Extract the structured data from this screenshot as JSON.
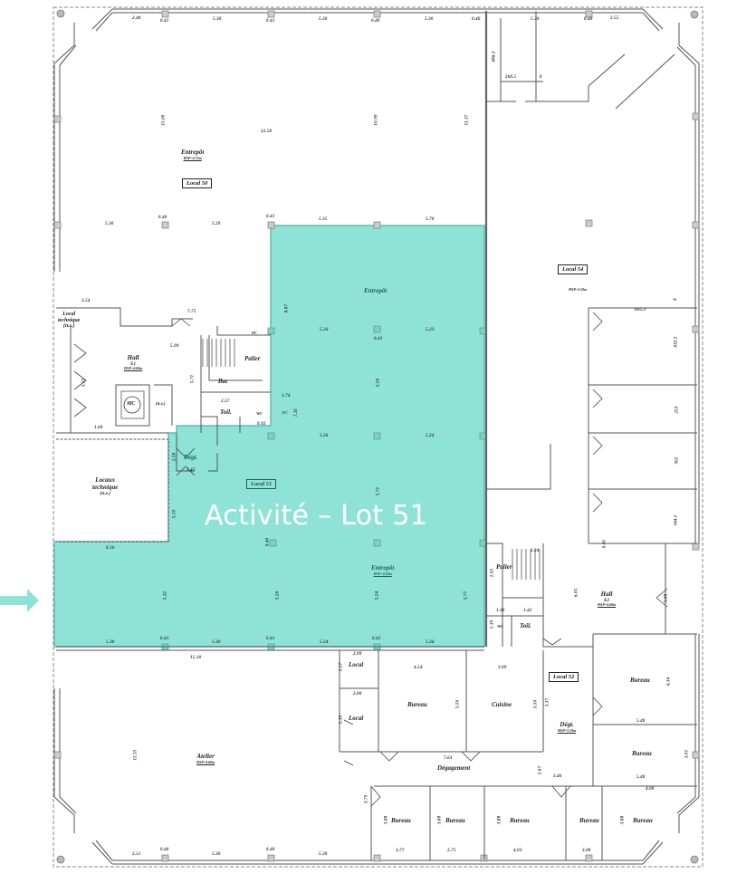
{
  "highlight": {
    "label": "Activité – Lot 51",
    "fill_color": "#8fe3d6",
    "stroke_color": "#5cbfb0",
    "arrow_color": "#8fe3d6"
  },
  "lots": {
    "local_50": "Local 50",
    "local_51": "Local 51",
    "local_52": "Local 52",
    "local_54": "Local 54"
  },
  "rooms": {
    "entrepot_50": {
      "name": "Entrepôt",
      "hsp": "HSP=4.73m"
    },
    "local_technique_top": {
      "line1": "Local",
      "line2": "technique",
      "line3": "(n.s.)"
    },
    "hall_e1": {
      "name": "Hall",
      "sub": "E1",
      "hsp": "HSP=4.68m"
    },
    "palier_1": "Palier",
    "bac": "Bac",
    "mc": "MC",
    "ns_small": "(n.s.)",
    "toil_1": "Toil.",
    "wc_1": "WC",
    "pc": "PC",
    "degt_51": "Dégt.",
    "locaux_technique": {
      "line1": "Locaux",
      "line2": "technique",
      "line3": "(n.s.)"
    },
    "entrepot_51_top": "Entrepôt",
    "entrepot_51_bottom": {
      "name": "Entrepôt",
      "hsp": "HSP=4.68m"
    },
    "wc_51": "WC",
    "local_54_hsp": "HSP=3.10m",
    "palier_2": "Palier",
    "toil_2": "Toil.",
    "wc_2": "WC",
    "hall_e2": {
      "name": "Hall",
      "sub": "E2",
      "hsp": "HSP=4.68m"
    },
    "atelier": {
      "name": "Atelier",
      "hsp": "HSP=4.68m"
    },
    "local_a": "Local",
    "local_b": "Local",
    "bureau_1": "Bureau",
    "cuisine": "Cuisine",
    "degagement": "Dégagement",
    "degt_52": {
      "name": "Dégt.",
      "hsp": "HSP=3.10m"
    },
    "bureau_r1": "Bureau",
    "bureau_r2": "Bureau",
    "bureaux_bottom": [
      "Bureau",
      "Bureau",
      "Bureau",
      "Bureau",
      "Bureau"
    ]
  },
  "dimensions": {
    "top": [
      "2.48",
      "0.41",
      "5.30",
      "0.41",
      "5.30",
      "0.40",
      "5.30",
      "0.40",
      "5.30",
      "0.40",
      "2.55"
    ],
    "local50_v1": "11.00",
    "local50_v2": "10.99",
    "local50_v3": "11.37",
    "local50_h": "22.58",
    "local50_row": [
      "5.30",
      "0.40",
      "5.29",
      "0.41",
      "5.35",
      "5.78"
    ],
    "local50_small_v": "0.40",
    "lt_w": "3.54",
    "hall_top": "7.75",
    "hall_w": "5.99",
    "hall_v": "5.55",
    "hall_v2": "5.71",
    "hall_bot": "1.60",
    "toil_w": "2.57",
    "toil_v": "1.70",
    "wc_v": "0.92",
    "small_574": "1.74",
    "v_711": "7.11",
    "ent51_v1": "8.87",
    "ent51_row1": [
      "5.26",
      "0.41",
      "5.23"
    ],
    "ent51_v": "5.50",
    "ent51_row2": [
      "5.26",
      "5.24"
    ],
    "degt_v": "2.58",
    "degt_w": "2.42",
    "v_510": "5.10",
    "w_810": "8.10",
    "col_v": "0.40",
    "ent51_v2": "5.71",
    "bottom51_v": [
      "5.32",
      "5.26",
      "5.24",
      "5.77"
    ],
    "bottom51_row": [
      "5.30",
      "0.41",
      "5.30",
      "0.41",
      "5.24",
      "0.41",
      "5.24"
    ],
    "shop_top_v": "486.3",
    "shop_top_h": "260.5",
    "shop_top_8": "8",
    "local54_w": "605.3",
    "local54_v": [
      "432.5",
      "253",
      "302",
      "344.5"
    ],
    "local54_8": "8",
    "local54_small": "0.41",
    "palier_w": "2.24",
    "palier_v": "2.05",
    "hall_e2_v": "6.05",
    "hall_e2_v2": "5.88",
    "toil2_w1": "1.36",
    "toil2_w2": "1.42",
    "toil2_v": "1.39",
    "atelier_w": "15.18",
    "atelier_v": "11.55",
    "bottom_row": [
      "2.51",
      "0.40",
      "5.30",
      "0.40",
      "5.30"
    ],
    "local_a_w": "2.09",
    "local_a_v": "1.17",
    "local_b_w": "2.08",
    "local_b_v": "1.35",
    "bureau1_w": "4.54",
    "bureau1_v": "5.50",
    "cuisine_w": "3.99",
    "cuisine_v": "5.50",
    "degt52_v": "5.37",
    "degagement_w": "7.63",
    "degagement_v": "1.67",
    "bureau_r1_v": "4.34",
    "bureau_r_w1": "5.48",
    "bureau_r2_v": "3.01",
    "bureau_r_w2": "5.48",
    "w_346": "3.46",
    "w_408": "4.08",
    "bottom_bureau_v": [
      "3.88",
      "3.88",
      "3.88",
      "3.88"
    ],
    "v_379": "3.79",
    "bottom_bureau_w": [
      "3.77",
      "2.75",
      "4.03",
      "3.08"
    ]
  }
}
